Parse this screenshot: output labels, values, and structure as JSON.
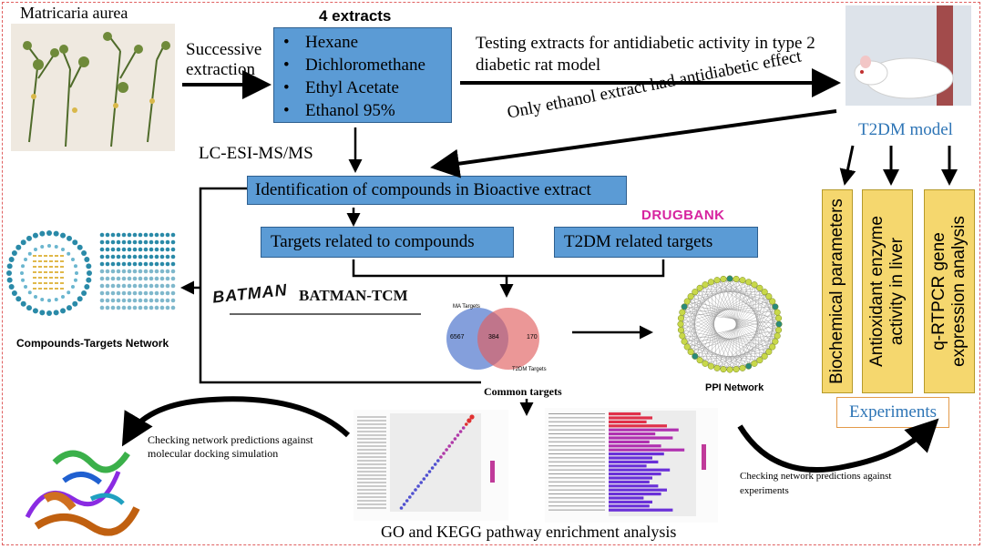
{
  "plant": {
    "title": "Matricaria aurea"
  },
  "step_successive": "Successive\nextraction",
  "extracts": {
    "title": "4 extracts",
    "items": [
      "Hexane",
      "Dichloromethane",
      "Ethyl Acetate",
      "Ethanol 95%"
    ]
  },
  "testing_text": "Testing extracts for antidiabetic activity in type 2\ndiabetic rat model",
  "only_ethanol_text": "Only ethanol extract had antidiabetic effect",
  "rat_model_label": "T2DM model",
  "lcms_label": "LC-ESI-MS/MS",
  "identification_box": "Identification of compounds in Bioactive extract",
  "targets_box": "Targets related to compounds",
  "t2dm_targets_box": "T2DM related targets",
  "drugbank_logo": "DRUGBANK",
  "batman_logo": "BATMAN",
  "batman_tcm_logo": "BATMAN-TCM",
  "compounds_network_label": "Compounds-Targets Network",
  "venn": {
    "left_label": "MA Targets",
    "right_label": "T2DM Targets",
    "left_only": "6567",
    "intersection": "384",
    "right_only": "170"
  },
  "common_targets_label": "Common targets",
  "ppi_label": "PPI Network",
  "experiments": {
    "items": [
      "Biochemical parameters",
      "Antioxidant enzyme\nactivity in liver",
      "q-RTPCR gene\nexpression analysis"
    ],
    "label": "Experiments"
  },
  "docking_text": "Checking network predictions against\nmolecular docking simulation",
  "experiments_check_text": "Checking network predictions against\nexperiments",
  "enrichment_label": "GO and KEGG pathway enrichment analysis",
  "colors": {
    "box_blue": "#5b9bd5",
    "box_yellow": "#f5d76e",
    "label_blue": "#2e75b6",
    "drugbank_magenta": "#d6249f",
    "venn_left": "#5b7fd0",
    "venn_right": "#e06060",
    "border_dashed": "#e06060"
  }
}
